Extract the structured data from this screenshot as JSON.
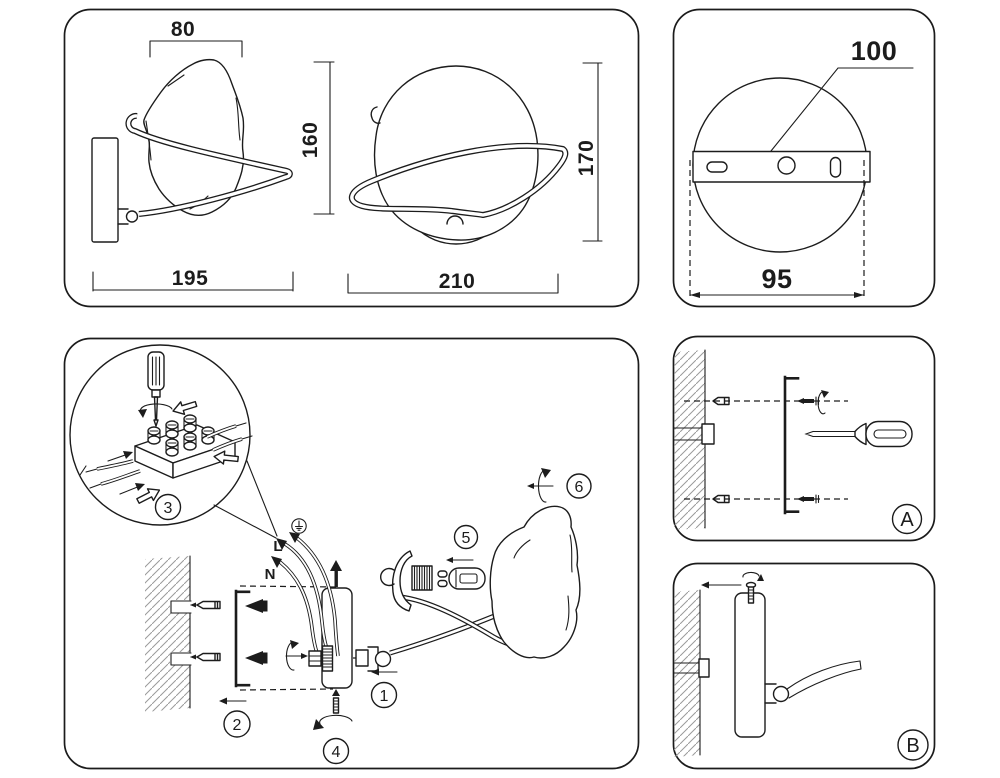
{
  "document": {
    "type": "wall-lamp installation instructions",
    "colors": {
      "background": "#ffffff",
      "line": "#1c1c1c",
      "hatch": "#9a9a9a"
    }
  },
  "panel_dimensions": {
    "shade_top_width": "80",
    "side_height": "160",
    "front_height": "170",
    "side_width": "195",
    "front_width": "210"
  },
  "panel_backplate": {
    "plate_width": "100",
    "hole_spacing": "95"
  },
  "panel_assembly": {
    "live_label": "L",
    "neutral_label": "N",
    "step_1": "1",
    "step_2": "2",
    "step_3": "3",
    "step_4": "4",
    "step_5": "5",
    "step_6": "6"
  },
  "panel_detail_a": {
    "label": "A"
  },
  "panel_detail_b": {
    "label": "B"
  },
  "icons": {
    "screwdriver": "screwdriver tool",
    "rotation_arrow": "turn / screw direction",
    "direction_arrow": "push / insert direction",
    "ground_symbol": "earth ground",
    "wall_hatch": "wall section hatching"
  }
}
